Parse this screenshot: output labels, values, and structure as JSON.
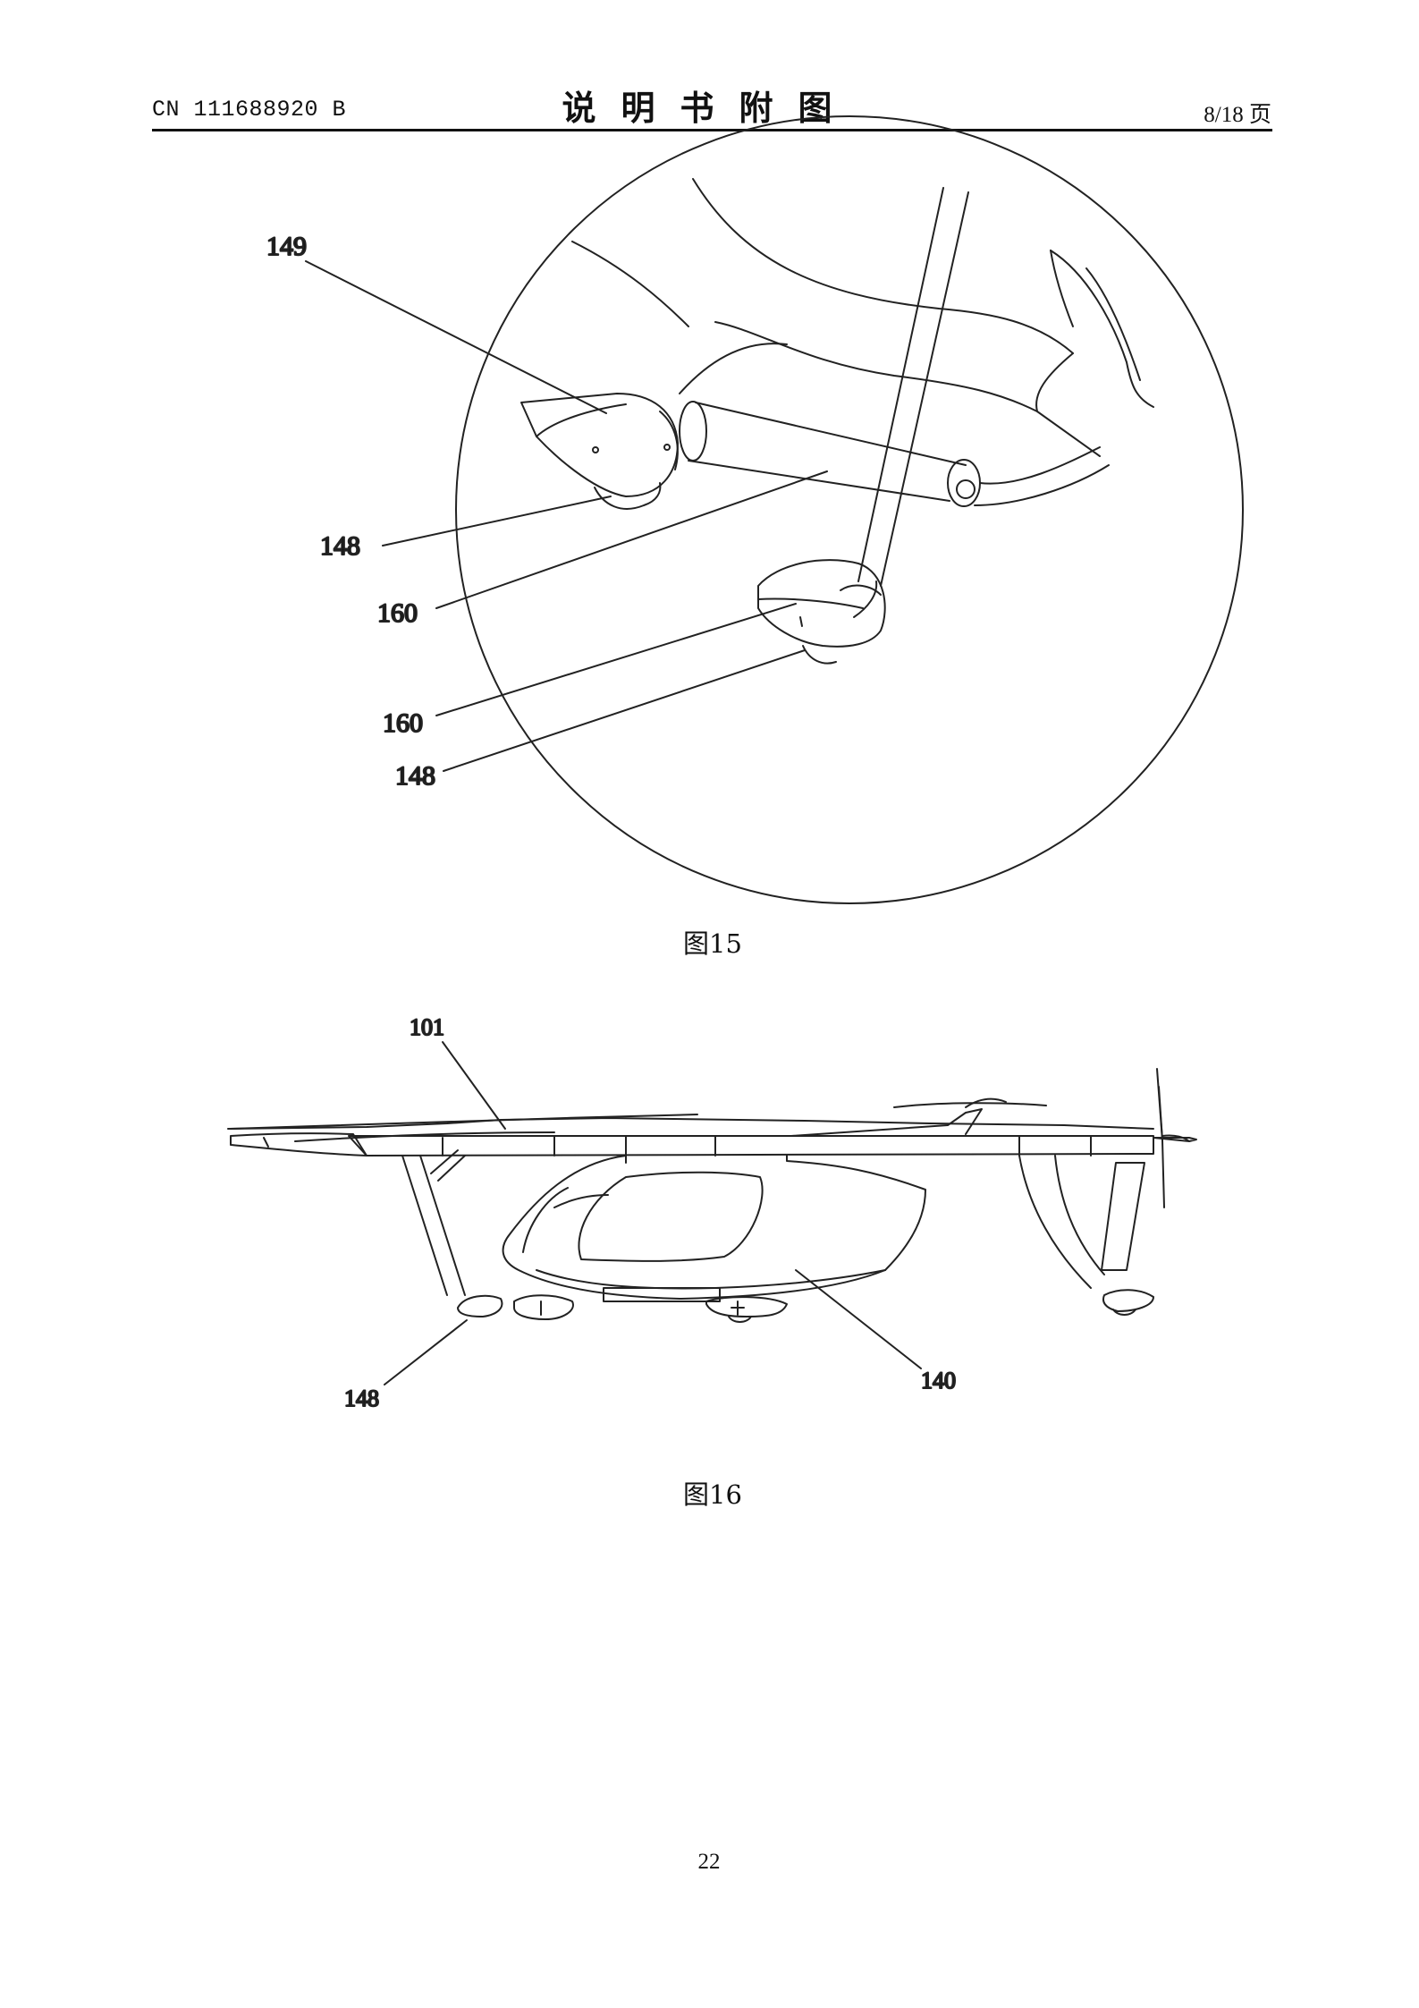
{
  "header": {
    "doc_number": "CN 111688920 B",
    "title": "说明书附图",
    "page_of": "8/18 页"
  },
  "figure15": {
    "caption": "图15",
    "labels": [
      "149",
      "148",
      "160",
      "160",
      "148"
    ]
  },
  "figure16": {
    "caption": "图16",
    "labels": [
      "101",
      "148",
      "140"
    ]
  },
  "footer": {
    "page_number": "22"
  }
}
